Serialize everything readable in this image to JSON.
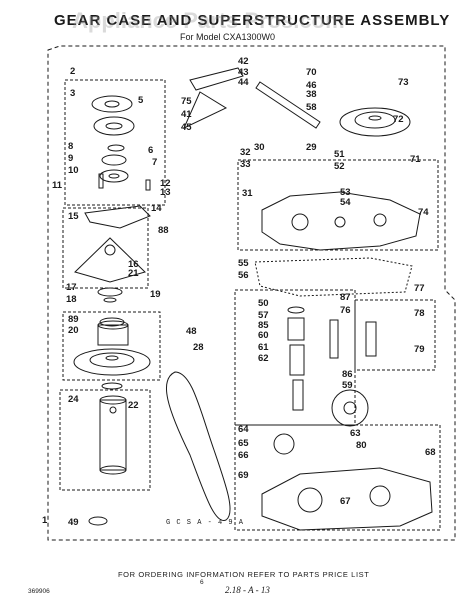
{
  "header": {
    "title": "GEAR CASE AND SUPERSTRUCTURE ASSEMBLY",
    "subtitle": "For Model CXA1300W0"
  },
  "watermark": "Appliance Parts Pros.com",
  "stamp_code": "G C S A - 4 9 A",
  "footer": {
    "ordering_note": "FOR ORDERING INFORMATION REFER TO PARTS PRICE LIST",
    "doc_code": "369906",
    "page_number": "6",
    "handwritten": "2.18 - A - 13"
  },
  "callouts": [
    "1",
    "2",
    "3",
    "5",
    "6",
    "7",
    "8",
    "9",
    "10",
    "11",
    "12",
    "13",
    "14",
    "15",
    "16",
    "17",
    "18",
    "19",
    "20",
    "21",
    "22",
    "24",
    "28",
    "29",
    "30",
    "31",
    "32",
    "33",
    "38",
    "41",
    "42",
    "43",
    "44",
    "45",
    "46",
    "48",
    "49",
    "50",
    "51",
    "52",
    "53",
    "54",
    "55",
    "56",
    "57",
    "58",
    "59",
    "60",
    "61",
    "62",
    "63",
    "64",
    "65",
    "66",
    "67",
    "68",
    "69",
    "70",
    "71",
    "72",
    "73",
    "74",
    "75",
    "76",
    "77",
    "78",
    "79",
    "80",
    "85",
    "86",
    "87",
    "88",
    "89"
  ]
}
